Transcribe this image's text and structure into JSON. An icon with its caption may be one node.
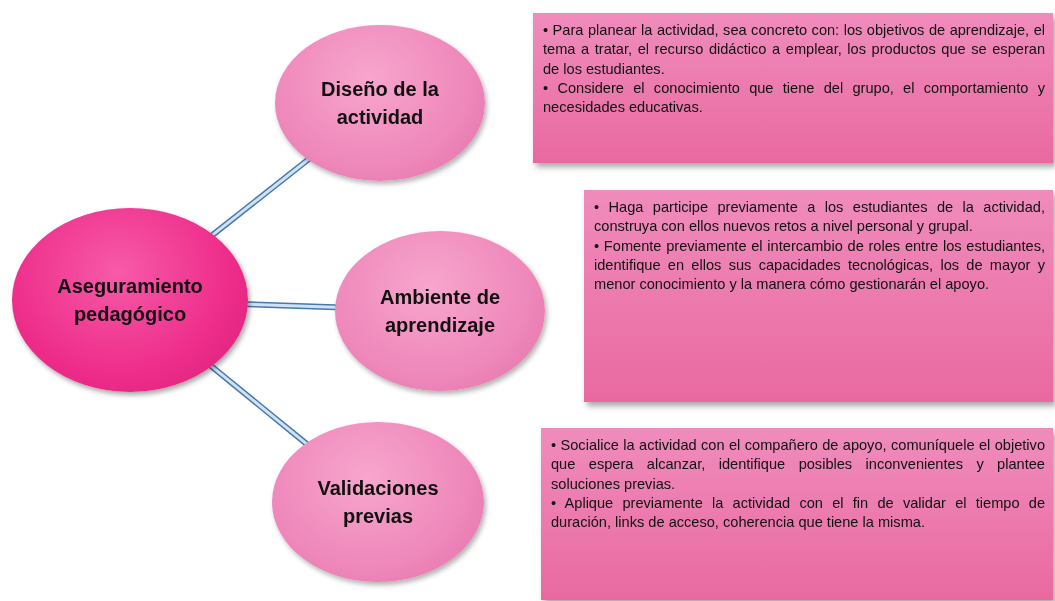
{
  "diagram": {
    "nodes": [
      {
        "text": [
          "Aseguramiento pedagógico"
        ]
      },
      {
        "text": [
          "Diseño de la actividad"
        ]
      },
      {
        "text": [
          "Ambiente de aprendizaje"
        ]
      },
      {
        "text": [
          "Validaciones previas"
        ]
      },
      {
        "text": [
          "• Para planear la actividad, sea concreto con: los objetivos de aprendizaje, el tema a tratar, el recurso didáctico a emplear, los productos que se esperan de los estudiantes.",
          "• Considere el conocimiento que tiene del grupo, el comportamiento y necesidades educativas."
        ]
      },
      {
        "text": [
          "• Haga participe previamente a los estudiantes de la actividad, construya con ellos nuevos retos a nivel personal y grupal.",
          "• Fomente previamente el intercambio de roles entre los estudiantes, identifique en ellos sus capacidades tecnológicas, los de mayor y menor conocimiento y la manera cómo gestionarán el apoyo."
        ]
      },
      {
        "text": [
          "• Socialice la actividad con el compañero de apoyo, comuníquele el objetivo que espera alcanzar, identifique posibles inconvenientes y plantee soluciones previas.",
          "• Aplique previamente la actividad con el fin de validar el tiempo de duración, links de acceso, coherencia que tiene la misma."
        ]
      }
    ],
    "edges": [
      {
        "from": 0,
        "to": 1,
        "arrow": "none"
      },
      {
        "from": 0,
        "to": 2,
        "arrow": "none"
      },
      {
        "from": 0,
        "to": 3,
        "arrow": "none"
      }
    ]
  }
}
